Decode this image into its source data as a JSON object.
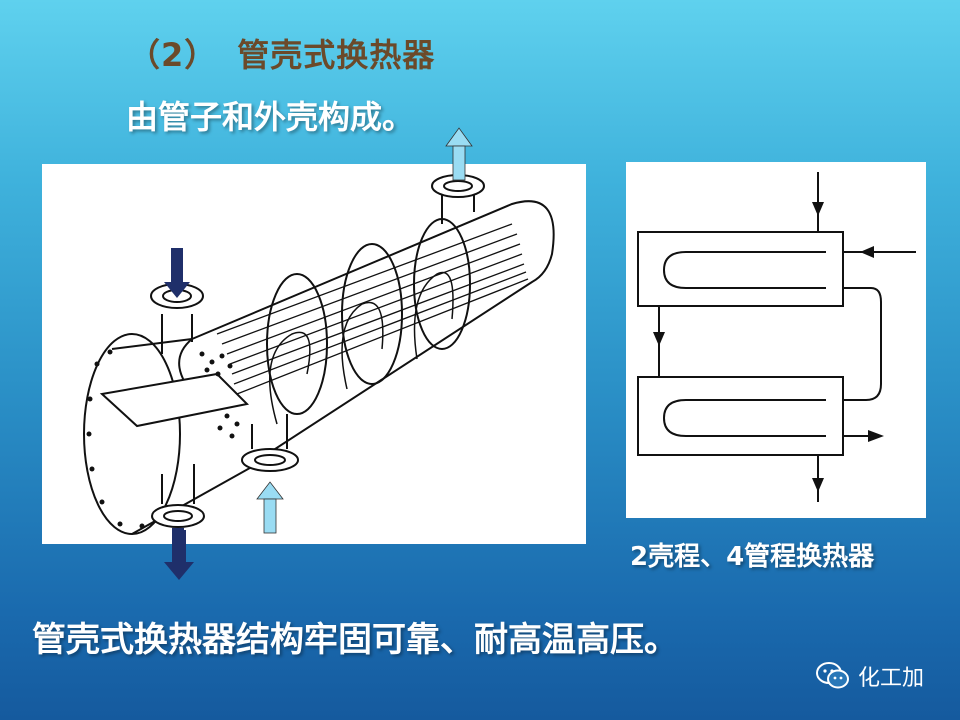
{
  "slide": {
    "title_number": "（2）",
    "title": "管壳式换热器",
    "subtitle": "由管子和外壳构成。",
    "right_caption": "2壳程、4管程换热器",
    "bottom_text": "管壳式换热器结构牢固可靠、耐高温高压。",
    "watermark": "化工加"
  },
  "colors": {
    "title": "#6b4a2a",
    "arrow_dark": "#1f2f6a",
    "arrow_light": "#9adcf3"
  }
}
